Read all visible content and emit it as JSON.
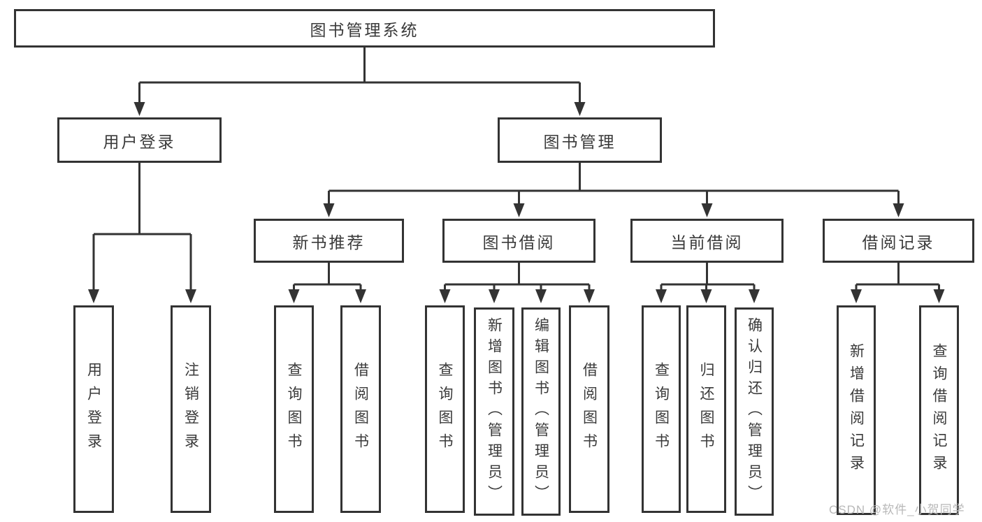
{
  "title": "图书管理系统",
  "level2": [
    "用户登录",
    "图书管理"
  ],
  "level3": [
    "新书推荐",
    "图书借阅",
    "当前借阅",
    "借阅记录"
  ],
  "leaves": {
    "login": [
      "用户登录",
      "注销登录"
    ],
    "recommend": [
      "查询图书",
      "借阅图书"
    ],
    "borrow": [
      "查询图书",
      "新增图书（管理员）",
      "编辑图书（管理员）",
      "借阅图书"
    ],
    "current": [
      "查询图书",
      "归还图书",
      "确认归还（管理员）"
    ],
    "records": [
      "新增借阅记录",
      "查询借阅记录"
    ]
  },
  "watermark": "CSDN @软件_小贺同学",
  "colors": {
    "line": "#333333",
    "text": "#3a3a3a",
    "background": "#ffffff",
    "watermark": "#b8b8b8"
  }
}
